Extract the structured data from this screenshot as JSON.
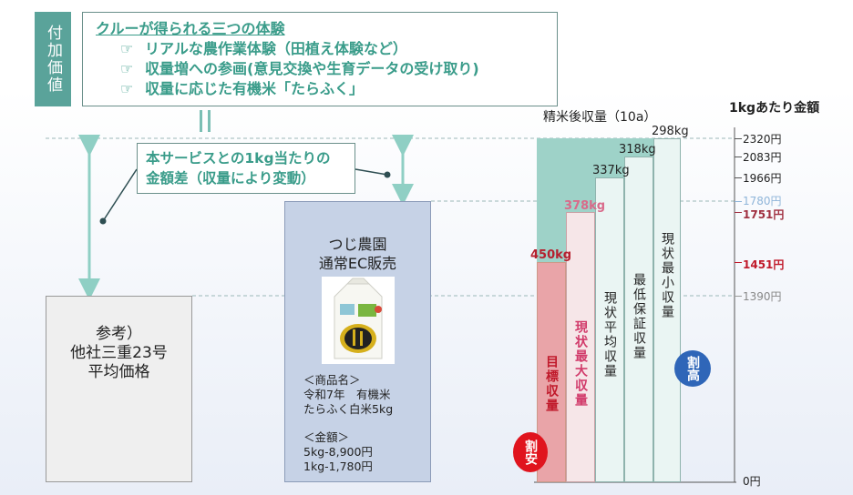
{
  "side_label": "付加価値",
  "experiences": {
    "title": "クルーが得られる三つの体験",
    "items": [
      "リアルな農作業体験（田植え体験など）",
      "収量増への参画(意見交換や生育データの受け取り)",
      "収量に応じた有機米「たらふく」"
    ],
    "bullet": "☞"
  },
  "diff_note": {
    "line1": "本サービスとの1kg当たりの",
    "line2": "金額差（収量により変動）"
  },
  "reference": {
    "line1": "参考）",
    "line2": "他社三重23号",
    "line3": "平均価格"
  },
  "tsuji": {
    "line1": "つじ農園",
    "line2": "通常EC販売",
    "product_label": "＜商品名＞",
    "product_line1": "令和7年　有機米",
    "product_line2": "たらふく白米5kg",
    "price_label": "＜金額＞",
    "price_line1": "5kg-8,900円",
    "price_line2": "1kg-1,780円"
  },
  "chart_header": "精米後収量（10a）",
  "price_header": "1kgあたり金額",
  "bars": [
    {
      "kg": "450kg",
      "label": "目標収量"
    },
    {
      "kg": "378kg",
      "label": "現状最大収量"
    },
    {
      "kg": "337kg",
      "label": "現状平均収量"
    },
    {
      "kg": "318kg",
      "label": "最低保証収量"
    },
    {
      "kg": "298kg",
      "label": "現状最小収量"
    }
  ],
  "prices": [
    "2320円",
    "2083円",
    "1966円",
    "1780円",
    "1751円",
    "1451円",
    "1390円",
    "0円"
  ],
  "circle_cheap": "割安",
  "circle_expensive": "割高",
  "colors": {
    "teal": "#5aa39a",
    "red": "#c0192a",
    "blue": "#2f66b8",
    "pink": "#e9a4a8"
  }
}
